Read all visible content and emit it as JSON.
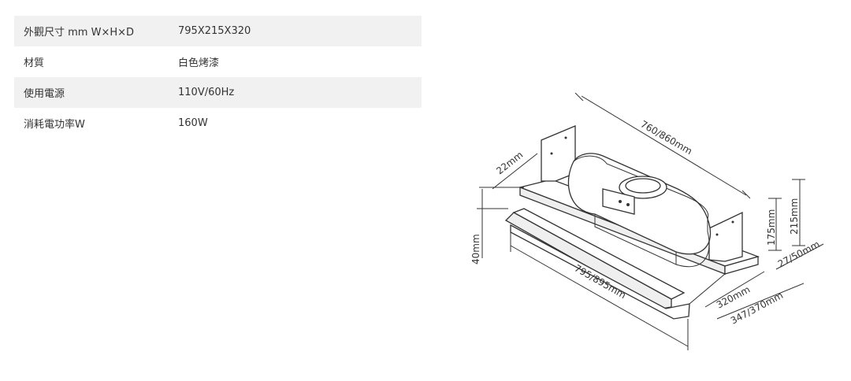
{
  "specs": [
    {
      "label": "外觀尺寸 mm W×H×D",
      "value": "795X215X320"
    },
    {
      "label": "材質",
      "value": "白色烤漆"
    },
    {
      "label": "使用電源",
      "value": "110V/60Hz"
    },
    {
      "label": "消耗電功率W",
      "value": "160W"
    }
  ],
  "diagram": {
    "dim_top_width": "760/860mm",
    "dim_front_width": "795/895mm",
    "dim_top_gap": "22mm",
    "dim_front_height": "40mm",
    "dim_height_175": "175mm",
    "dim_height_215": "215mm",
    "dim_depth_320": "320mm",
    "dim_depth_347": "347/370mm",
    "dim_offset_27": "27/50mm"
  }
}
